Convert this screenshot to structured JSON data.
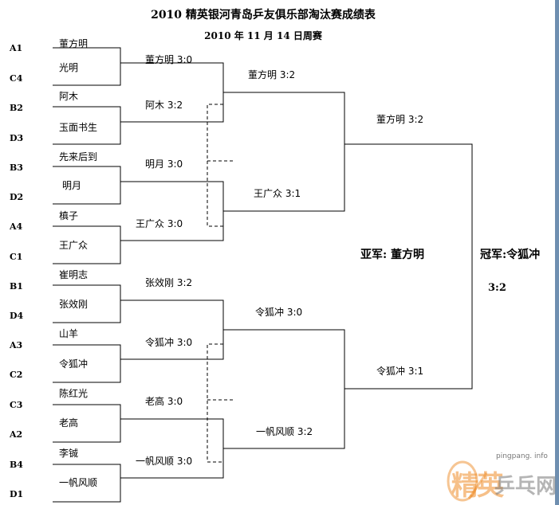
{
  "title": "2010 精英银河青岛乒友俱乐部淘汰赛成绩表",
  "subtitle": "2010 年 11 月 14 日周赛",
  "seeds": [
    "A1",
    "C4",
    "B2",
    "D3",
    "B3",
    "D2",
    "A4",
    "C1",
    "B1",
    "D4",
    "A3",
    "C2",
    "C3",
    "A2",
    "B4",
    "D1"
  ],
  "players": [
    "董方明",
    "光明",
    "阿木",
    "玉面书生",
    "先来后到",
    "明月",
    "槙子",
    "王广众",
    "崔明志",
    "张效刚",
    "山羊",
    "令狐冲",
    "陈红光",
    "老高",
    "李铖",
    "一帆风顺"
  ],
  "round1": [
    "董方明 3:0",
    "阿木 3:2",
    "明月 3:0",
    "王广众 3:0",
    "张效刚 3:2",
    "令狐冲 3:0",
    "老高 3:0",
    "一帆风顺 3:0"
  ],
  "round2": [
    "董方明 3:2",
    "王广众 3:1",
    "令狐冲 3:0",
    "一帆风顺 3:2"
  ],
  "semifinal": [
    "董方明 3:2",
    "令狐冲 3:1"
  ],
  "runner_up": "亚军:  董方明",
  "champion": "冠军:令狐冲",
  "final_score": "3:2",
  "watermark": {
    "url": "pingpang. info",
    "brand": "精英",
    "brand2": "乒乓网"
  }
}
